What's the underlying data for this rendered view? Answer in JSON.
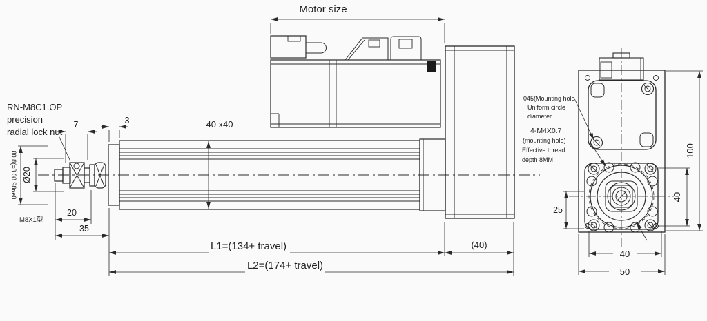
{
  "drawing_type": "linear actuator with servo motor - dimensional drawing",
  "colors": {
    "background": "#fafafa",
    "line": "#2a2a2a",
    "text": "#1f1f1f",
    "fill_black_detail": "#1a1a1a"
  },
  "side_view": {
    "motor_size_label": "Motor size",
    "rod_note_line1": "RN-M8C1.OP",
    "rod_note_line2": "precision",
    "rod_note_line3": "radial lock nut",
    "dim_7": "7",
    "dim_3": "3",
    "dim_profile": "40 x40",
    "dim_rod_diameter": "Ø20",
    "dim_plate_vertical": "80 8(=8 08  98ne0",
    "thread_type": "M8X1型",
    "dim_20": "20",
    "dim_35": "35",
    "dim_L1": "L1=(134+ travel)",
    "dim_L2": "L2=(174+ travel)",
    "dim_40_paren": "(40)"
  },
  "end_view": {
    "note_circle_line1": "045(Mounting hole",
    "note_circle_line2": "Uniform circle",
    "note_circle_line3": "diameter",
    "note_thread_line1": "4-M4X0.7",
    "note_thread_line2": "(mounting hole)",
    "note_thread_line3": "Effective thread",
    "note_thread_line4": "depth 8MM",
    "dim_height": "100",
    "dim_bolt_vertical": "40",
    "dim_25": "25",
    "dim_bolt_horizontal": "40",
    "dim_width": "50"
  }
}
